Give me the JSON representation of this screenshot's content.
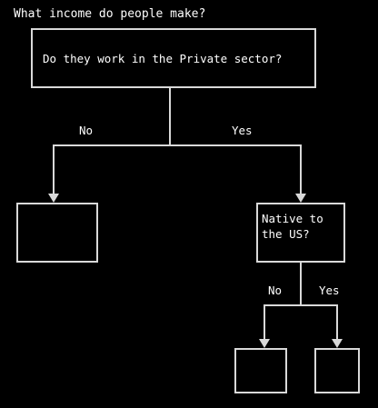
{
  "title": "What income do people make?",
  "colors": {
    "background": "#000000",
    "line": "#d9d9d9",
    "text": "#ffffff"
  },
  "nodes": {
    "root": {
      "lines": [
        "Do they work in the Private sector?"
      ]
    },
    "left_leaf": {
      "lines": []
    },
    "native": {
      "lines": [
        "Native to",
        "the US?"
      ]
    },
    "leaf_no": {
      "lines": []
    },
    "leaf_yes": {
      "lines": []
    }
  },
  "edges": {
    "root_no": "No",
    "root_yes": "Yes",
    "native_no": "No",
    "native_yes": "Yes"
  }
}
